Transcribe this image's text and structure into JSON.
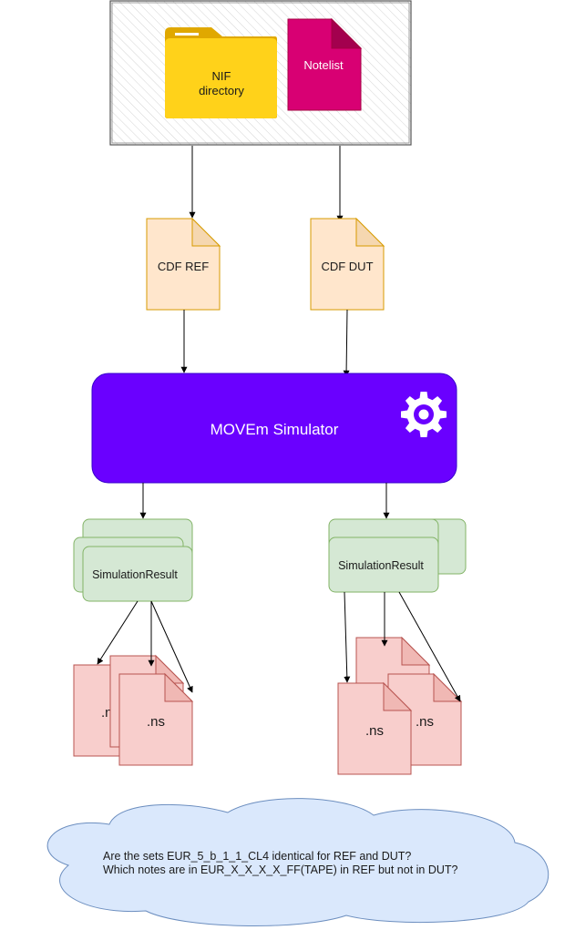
{
  "source_box": {
    "folder_label_line1": "NIF",
    "folder_label_line2": "directory",
    "notelist_label": "Notelist"
  },
  "cdf_ref": {
    "label": "CDF REF"
  },
  "cdf_dut": {
    "label": "CDF DUT"
  },
  "simulator": {
    "label": "MOVEm Simulator",
    "icon": "gear-icon"
  },
  "results": {
    "left_label": "SimulationResult",
    "right_label": "SimulationResult"
  },
  "ns_files": {
    "left_back": ".ns",
    "left_front": ".ns",
    "right_back": ".ns",
    "right_front": ".ns"
  },
  "question": {
    "line1": "Are the sets EUR_5_b_1_1_CL4 identical for REF and DUT?",
    "line2": "Which notes are in EUR_X_X_X_X_FF(TAPE) in REF but not in DUT?"
  },
  "colors": {
    "simulator_fill": "#6a00ff",
    "folder_fill": "#ffd21a",
    "notelist_fill": "#d80073",
    "cdf_fill": "#ffe6cc",
    "result_fill": "#d5e8d4",
    "ns_fill": "#f8cecc",
    "cloud_fill": "#dae8fc"
  }
}
